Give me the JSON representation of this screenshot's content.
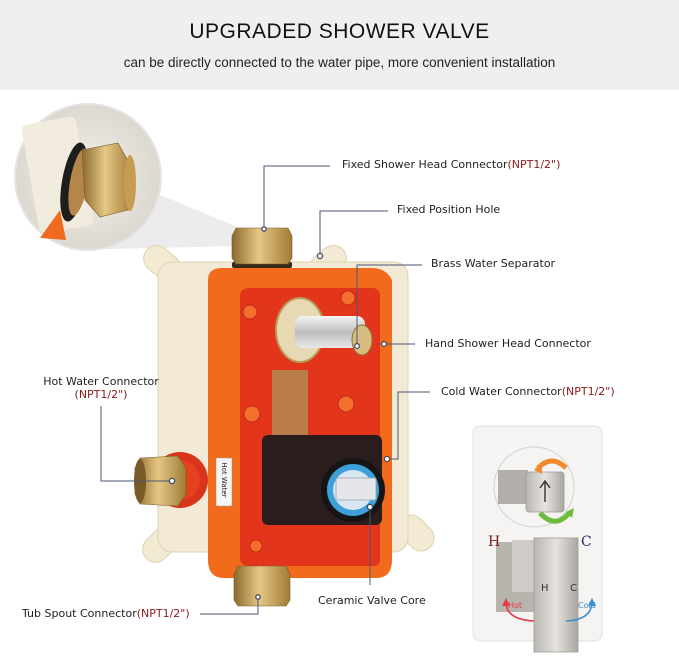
{
  "header": {
    "title": "UPGRADED SHOWER VALVE",
    "subtitle": "can be directly connected to the water pipe, more convenient installation"
  },
  "labels": {
    "fixed_shower_head": {
      "text": "Fixed Shower Head Connector",
      "spec": "(NPT1/2\")"
    },
    "fixed_position_hole": {
      "text": "Fixed Position Hole"
    },
    "brass_water_separator": {
      "text": "Brass Water Separator"
    },
    "hand_shower_head": {
      "text": "Hand Shower Head Connector"
    },
    "cold_water": {
      "text": "Cold Water Connector",
      "spec": "(NPT1/2\")"
    },
    "hot_water": {
      "text": "Hot Water Connector",
      "spec": "(NPT1/2\")"
    },
    "ceramic_valve_core": {
      "text": "Ceramic Valve Core"
    },
    "tub_spout": {
      "text": "Tub Spout Connector",
      "spec": "(NPT1/2\")"
    }
  },
  "valve_sticker": {
    "text": "Hot Water"
  },
  "trim_plate": {
    "h_mark": "H",
    "c_mark": "C",
    "handle_h": "H",
    "handle_c": "C",
    "hot_label": "Hot",
    "cold_label": "Cold"
  },
  "colors": {
    "header_bg": "#efefef",
    "spec_red": "#8b1a1a",
    "leader_line": "#4a5670",
    "body_orange": "#f26a1b",
    "inner_red": "#e2351c",
    "brass": "#c9a25a",
    "hot_red": "#e8394a",
    "cold_blue": "#3b8fd0",
    "arrow_orange": "#f08a2c",
    "arrow_green": "#6cbb3c"
  }
}
